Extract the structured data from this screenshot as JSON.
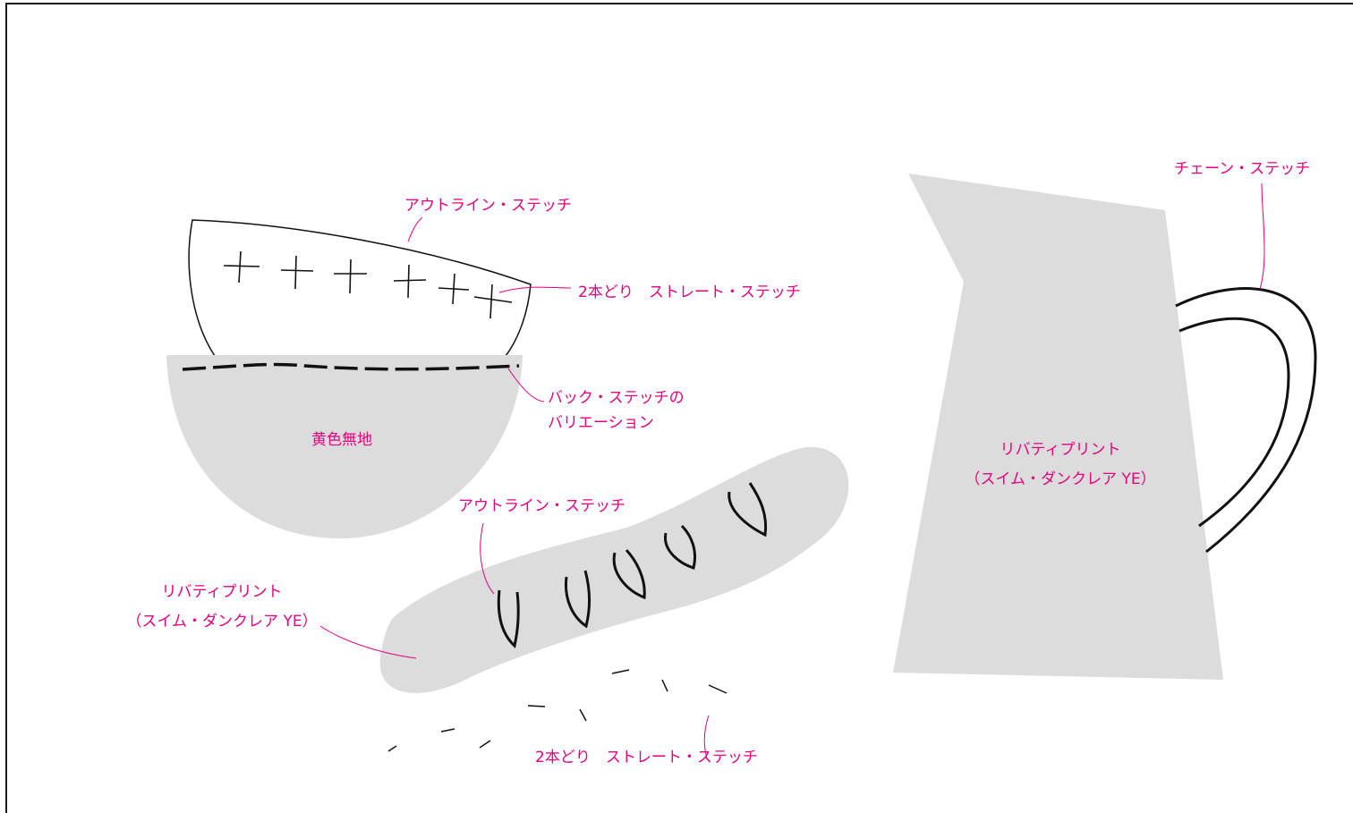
{
  "labels": {
    "bowl_top_outline": "アウトライン・ステッチ",
    "bowl_top_cross": "2本どり　ストレート・ステッチ",
    "bowl_backstitch_1": "バック・ステッチの",
    "bowl_backstitch_2": "バリエーション",
    "bowl_fabric": "黄色無地",
    "bread_outline": "アウトライン・ステッチ",
    "bread_fabric_1": "リバティプリント",
    "bread_fabric_2": "（スイム・ダンクレア YE）",
    "crumbs_stitch": "2本どり　ストレート・ステッチ",
    "jug_handle": "チェーン・ステッチ",
    "jug_fabric_1": "リバティプリント",
    "jug_fabric_2": "（スイム・ダンクレア YE）"
  },
  "colors": {
    "label": "#e5007f",
    "fabric": "#dcdcdc",
    "stitch": "#111111"
  }
}
